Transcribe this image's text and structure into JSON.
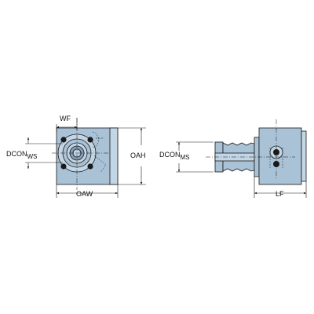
{
  "labels": {
    "wf": "WF",
    "dconws_main": "DCON",
    "dconws_sub": "WS",
    "oah": "OAH",
    "oaw": "OAW",
    "dconms_main": "DCON",
    "dconms_sub": "MS",
    "lf": "LF"
  },
  "colors": {
    "body": "#a9c2d6",
    "body_light": "#c3d6e5",
    "body_dark": "#7f9db6",
    "line": "#1a1a1a"
  }
}
